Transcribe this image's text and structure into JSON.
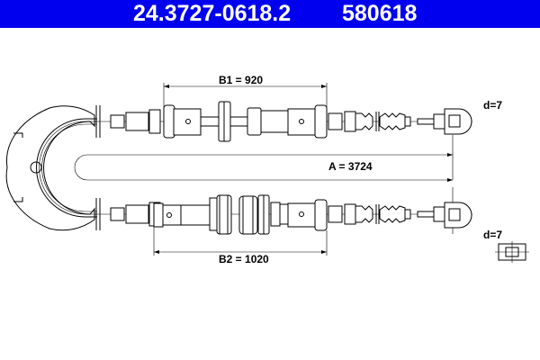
{
  "header": {
    "part_number": "24.3727-0618.2",
    "ref_number": "580618",
    "background_color": "#0000ee"
  },
  "dimensions": {
    "b1": "B1 = 920",
    "b2": "B2 = 1020",
    "a": "A = 3724",
    "d_top": "d=7",
    "d_bottom": "d=7"
  }
}
